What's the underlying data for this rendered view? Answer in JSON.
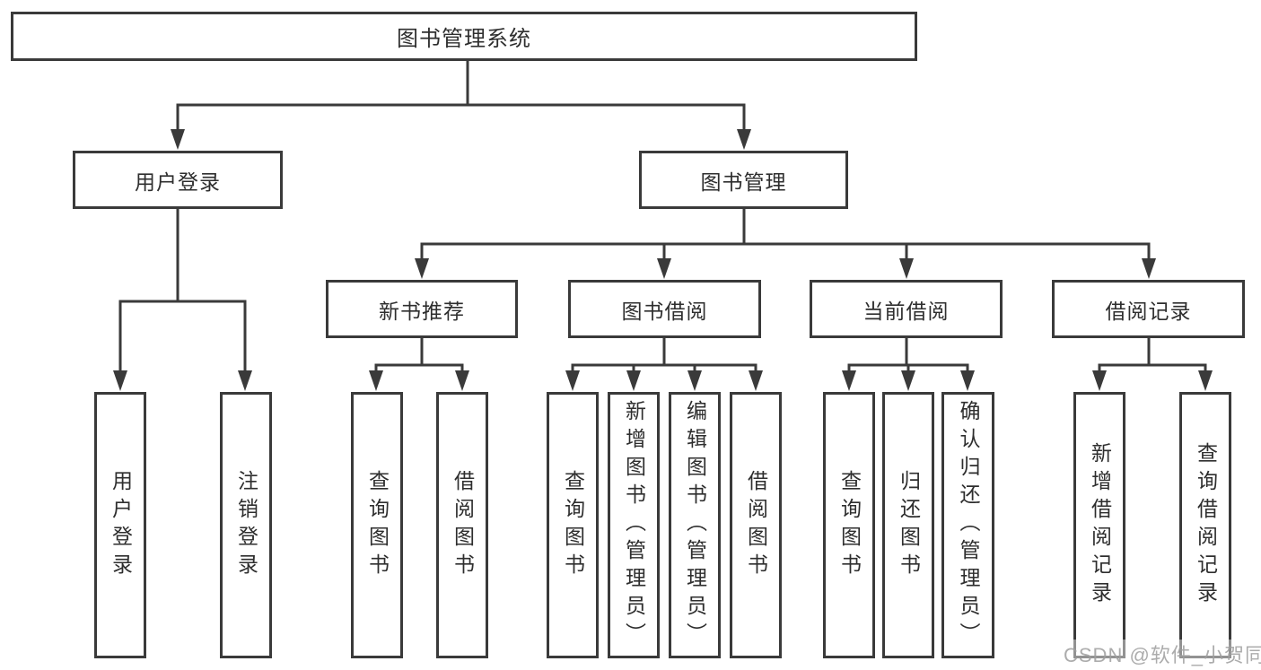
{
  "tree": {
    "root": {
      "label": "图书管理系统"
    },
    "branches": [
      {
        "label": "用户登录",
        "children": [
          {
            "label": "用户登录"
          },
          {
            "label": "注销登录"
          }
        ]
      },
      {
        "label": "图书管理",
        "children": [
          {
            "label": "新书推荐",
            "children": [
              {
                "label": "查询图书"
              },
              {
                "label": "借阅图书"
              }
            ]
          },
          {
            "label": "图书借阅",
            "children": [
              {
                "label": "查询图书"
              },
              {
                "label": "新增图书（管理员）"
              },
              {
                "label": "编辑图书（管理员）"
              },
              {
                "label": "借阅图书"
              }
            ]
          },
          {
            "label": "当前借阅",
            "children": [
              {
                "label": "查询图书"
              },
              {
                "label": "归还图书"
              },
              {
                "label": "确认归还（管理员）"
              }
            ]
          },
          {
            "label": "借阅记录",
            "children": [
              {
                "label": "新增借阅记录"
              },
              {
                "label": "查询借阅记录"
              }
            ]
          }
        ]
      }
    ]
  },
  "watermark": {
    "text": "CSDN @软件_小贺同学"
  },
  "colors": {
    "line": "#3a3a3a",
    "text": "#2e2e2e",
    "watermark": "#9e9e9e",
    "background": "#ffffff"
  }
}
